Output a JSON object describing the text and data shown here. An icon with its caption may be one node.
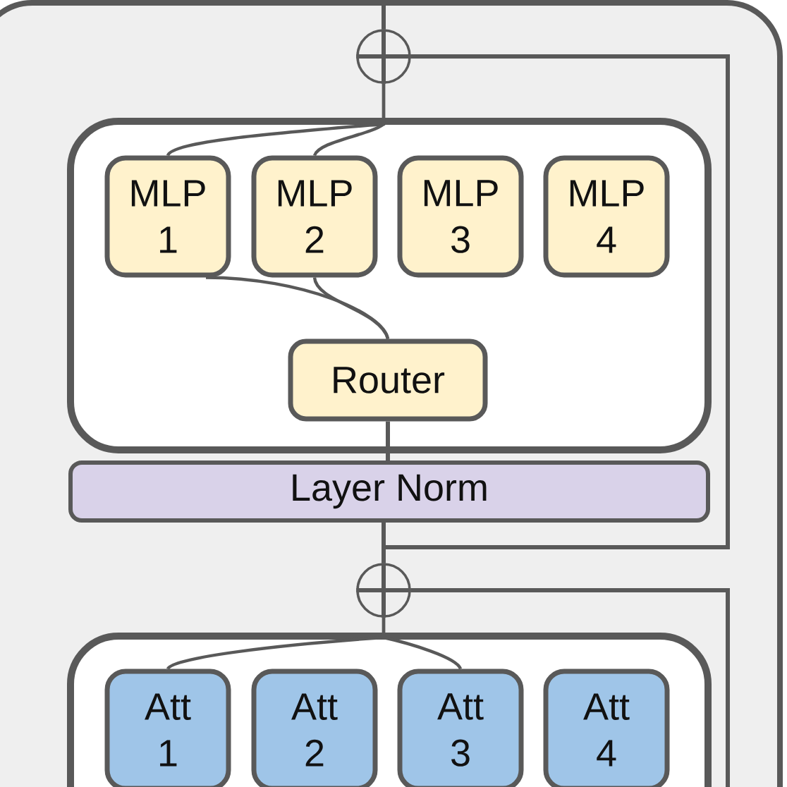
{
  "diagram": {
    "nodes": [
      {
        "text": [],
        "shape": "box"
      },
      {
        "text": [],
        "shape": "circle",
        "in": 0
      },
      {
        "text": [],
        "shape": "box",
        "in": 0
      },
      {
        "text": [
          "MLP 1"
        ],
        "in": 2
      },
      {
        "text": [
          "MLP 2"
        ],
        "in": 2
      },
      {
        "text": [
          "MLP 3"
        ],
        "in": 2
      },
      {
        "text": [
          "MLP 4"
        ],
        "in": 2
      },
      {
        "text": [
          "Router"
        ],
        "in": 2
      },
      {
        "text": [
          "Layer Norm"
        ],
        "in": 0
      },
      {
        "text": [],
        "shape": "circle",
        "in": 0
      },
      {
        "text": [],
        "shape": "box",
        "in": 0
      },
      {
        "text": [
          "Att 1"
        ],
        "in": 10
      },
      {
        "text": [
          "Att 2"
        ],
        "in": 10
      },
      {
        "text": [
          "Att 3"
        ],
        "in": 10
      },
      {
        "text": [
          "Att 4"
        ],
        "in": 10
      }
    ],
    "edges": [
      {
        "from": 11,
        "to": 9,
        "arrow": "none"
      },
      {
        "from": 13,
        "to": 9,
        "arrow": "none"
      },
      {
        "from": null,
        "to": 9,
        "arrow": "none"
      },
      {
        "from": 9,
        "to": 8,
        "arrow": "none"
      },
      {
        "from": 9,
        "to": 1,
        "arrow": "none"
      },
      {
        "from": 8,
        "to": 7,
        "arrow": "none"
      },
      {
        "from": 7,
        "to": 3,
        "arrow": "none"
      },
      {
        "from": 7,
        "to": 4,
        "arrow": "none"
      },
      {
        "from": 3,
        "to": 1,
        "arrow": "none"
      },
      {
        "from": 4,
        "to": 1,
        "arrow": "none"
      },
      {
        "from": 1,
        "to": null,
        "arrow": "none"
      }
    ]
  }
}
